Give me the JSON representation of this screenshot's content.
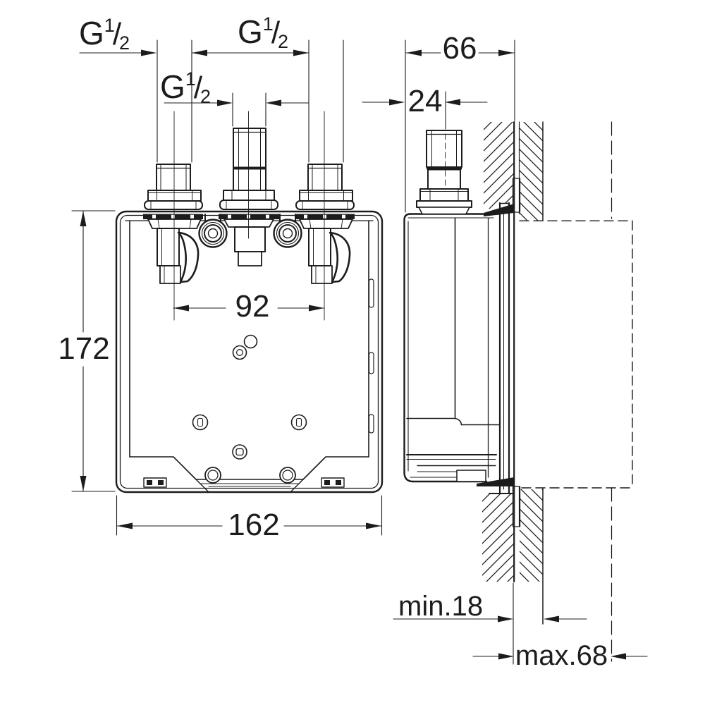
{
  "colors": {
    "line": "#1c1c1c",
    "background": "#ffffff"
  },
  "front_view": {
    "thread_label_left": {
      "prefix": "G",
      "numerator": "1",
      "separator": "/",
      "denominator": "2"
    },
    "thread_label_outer_pair": {
      "prefix": "G",
      "numerator": "1",
      "separator": "/",
      "denominator": "2"
    },
    "thread_label_center": {
      "prefix": "G",
      "numerator": "1",
      "separator": "/",
      "denominator": "2"
    },
    "port_spacing_mm": "92",
    "body_height_mm": "172",
    "body_width_mm": "162"
  },
  "side_view": {
    "body_depth_mm": "66",
    "port_center_offset_mm": "24",
    "recess_min": "min.18",
    "recess_max": "max.68"
  }
}
